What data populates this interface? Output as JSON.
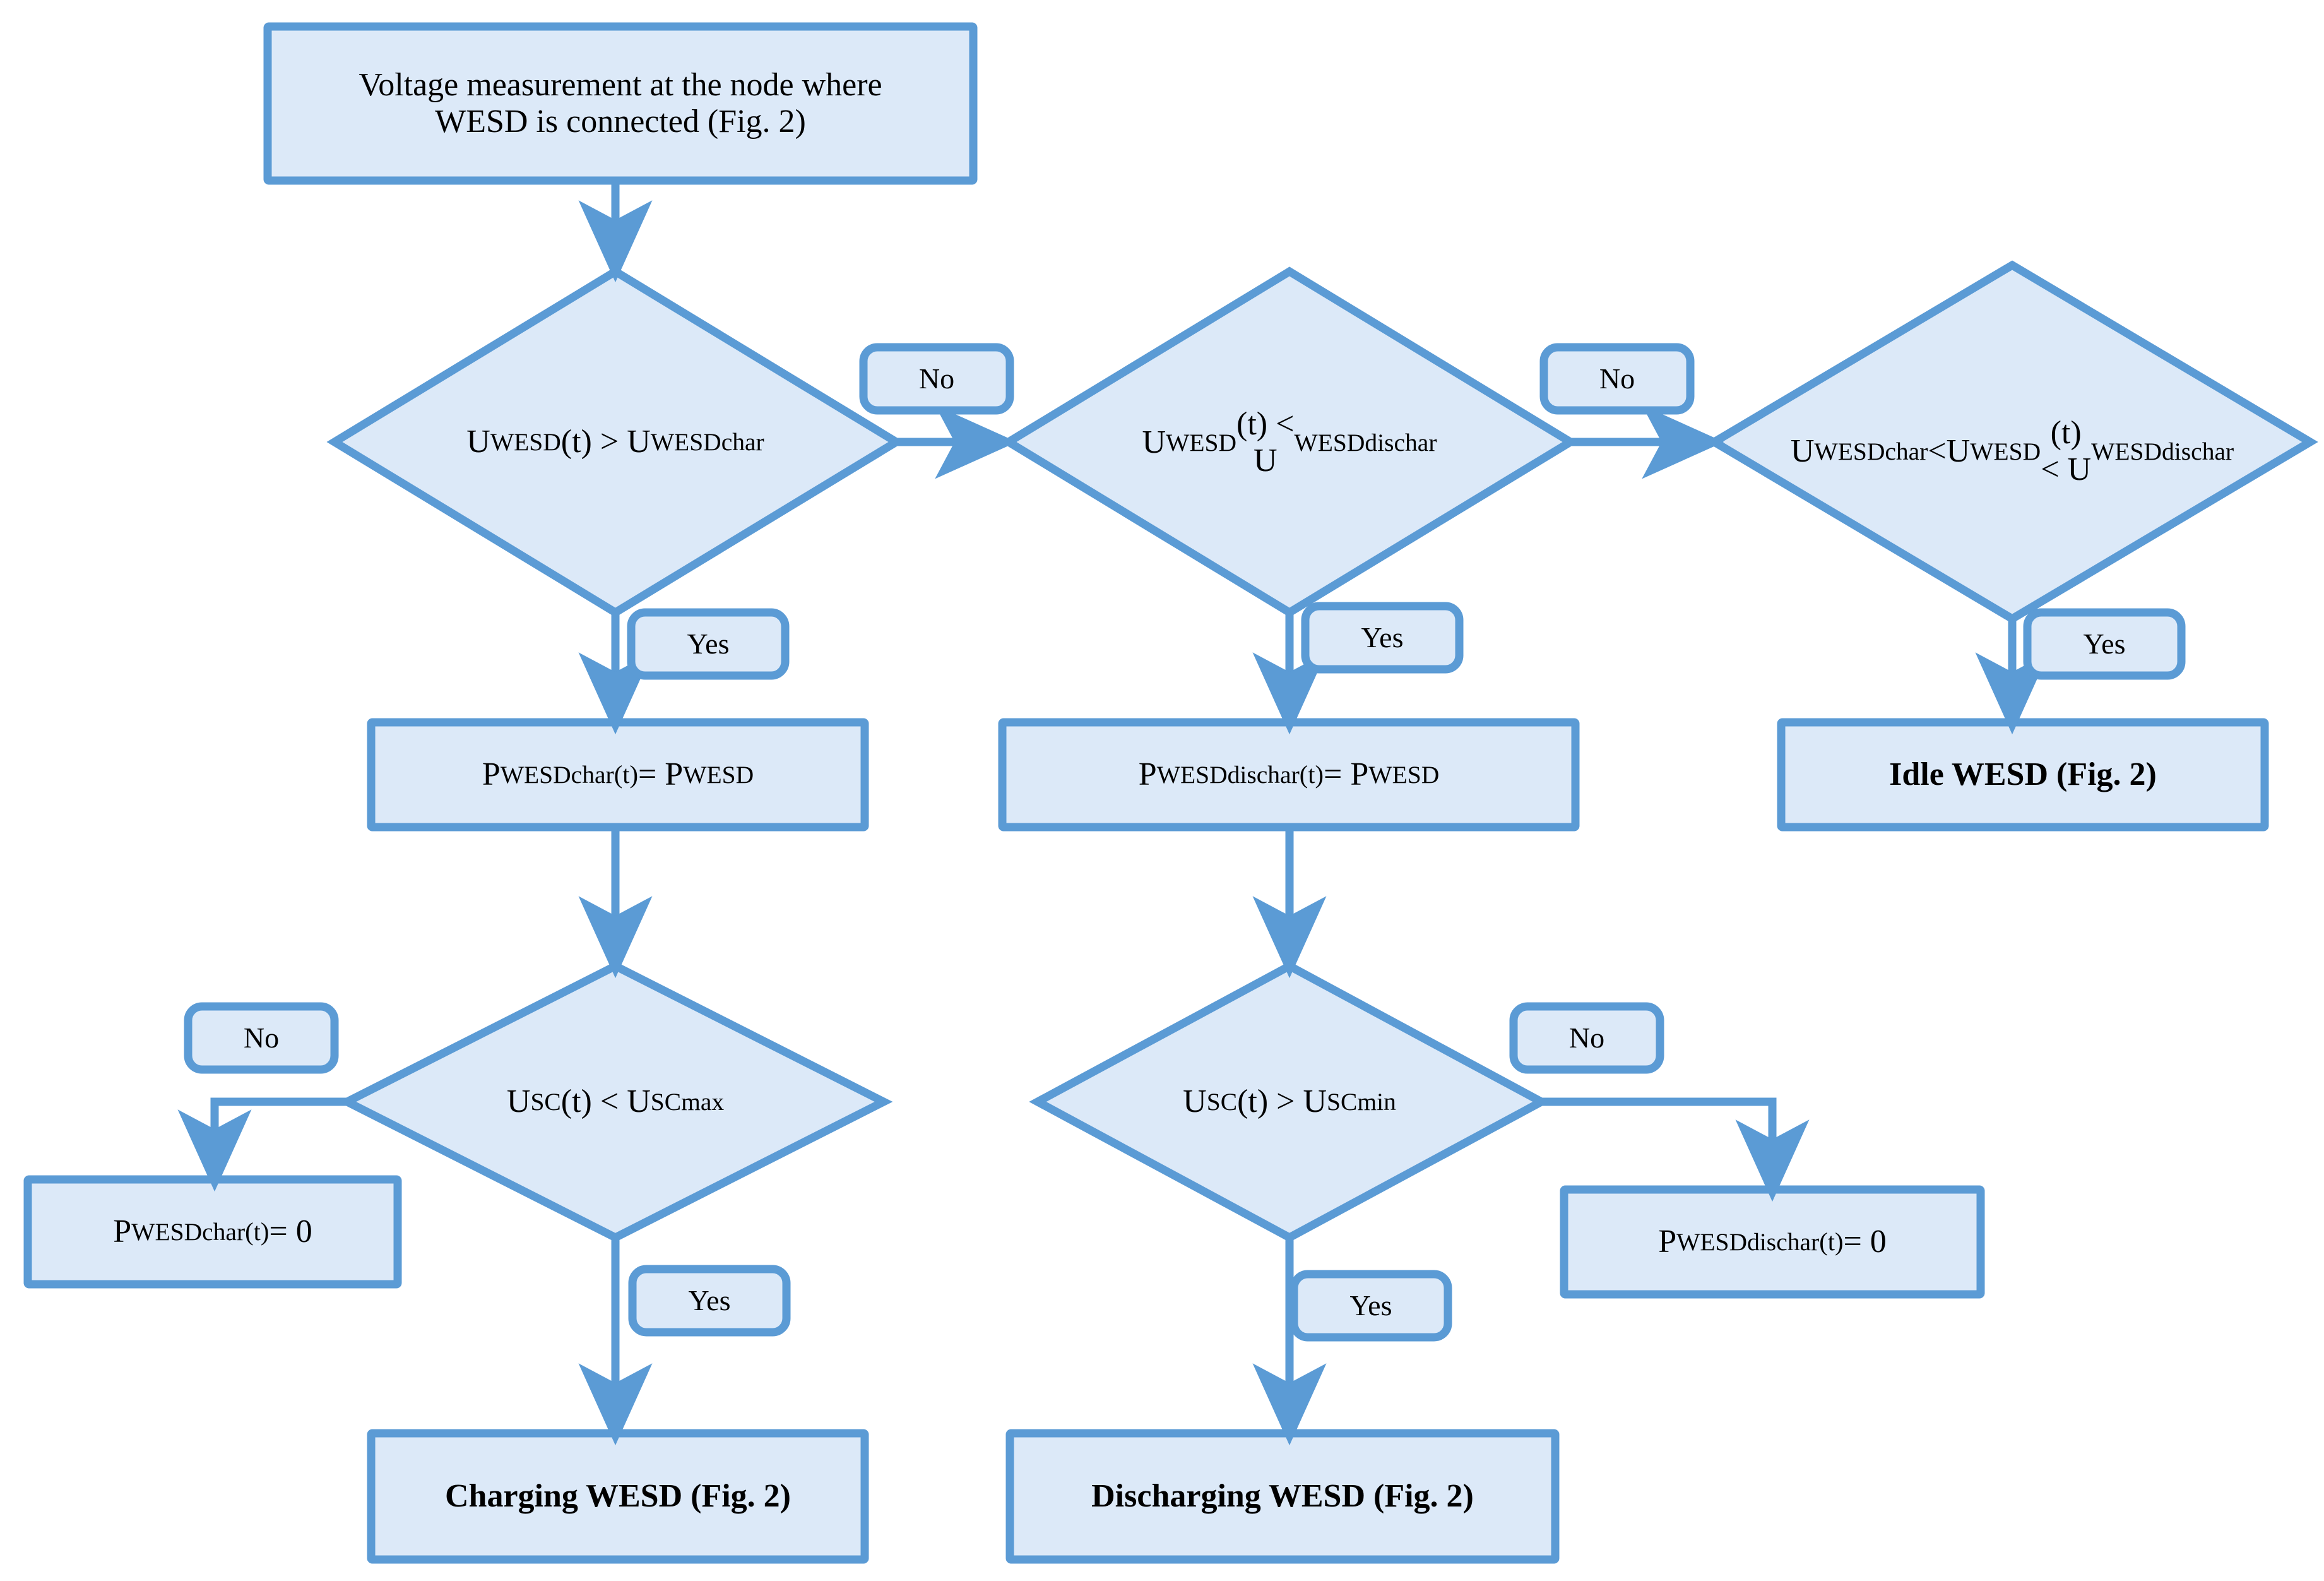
{
  "diagram": {
    "title": "WESD charging / discharging control flowchart",
    "colors": {
      "shape_fill": "#DCE9F8",
      "shape_stroke": "#5B9BD5",
      "connector": "#5B9BD5",
      "text": "#000000",
      "background": "#FFFFFF"
    },
    "nodes": {
      "start": {
        "type": "process",
        "line1": "Voltage measurement at the node where",
        "line2": "WESD is connected  (Fig. 2)"
      },
      "decision_char": {
        "type": "decision",
        "text": "U<sub>WESD</sub>(t) > U<sub>WESDchar</sub>"
      },
      "decision_dischar": {
        "type": "decision",
        "text": "U<sub>WESD</sub>(t) &lt;\nU<sub>WESDdischar</sub>"
      },
      "decision_idle": {
        "type": "decision",
        "text": "U<sub>WESDchar</sub> &lt;U<sub>WESD</sub>(t)\n&lt; U<sub>WESDdischar</sub>"
      },
      "proc_pchar": {
        "type": "process",
        "text": "P<sub>WESDchar</sub><sup>(t)</sup> = P<sub>WESD</sub>"
      },
      "proc_pdischar": {
        "type": "process",
        "text": "P<sub>WESDdischar</sub><sup>(t)</sup> = P<sub>WESD</sub>"
      },
      "idle_terminal": {
        "type": "terminal",
        "text": "Idle WESD (Fig. 2)"
      },
      "decision_scmax": {
        "type": "decision",
        "text": "U<sub>SC</sub>(t) &lt; U<sub>SCmax</sub>"
      },
      "decision_scmin": {
        "type": "decision",
        "text": "U<sub>SC</sub>(t) > U<sub>SCmin</sub>"
      },
      "proc_pchar_zero": {
        "type": "process",
        "text": "P<sub>WESDchar</sub><sup>(t)</sup> = 0"
      },
      "proc_pdischar_zero": {
        "type": "process",
        "text": "P<sub>WESDdischar</sub><sup>(t)</sup> = 0"
      },
      "charging_terminal": {
        "type": "terminal",
        "text": "Charging WESD (Fig. 2)"
      },
      "discharging_terminal": {
        "type": "terminal",
        "text": "Discharging WESD (Fig. 2)"
      }
    },
    "edge_labels": {
      "no_char_to_dischar": "No",
      "no_dischar_to_idle": "No",
      "yes_char": "Yes",
      "yes_dischar": "Yes",
      "yes_idle": "Yes",
      "no_scmax": "No",
      "yes_scmax": "Yes",
      "no_scmin": "No",
      "yes_scmin": "Yes"
    }
  }
}
